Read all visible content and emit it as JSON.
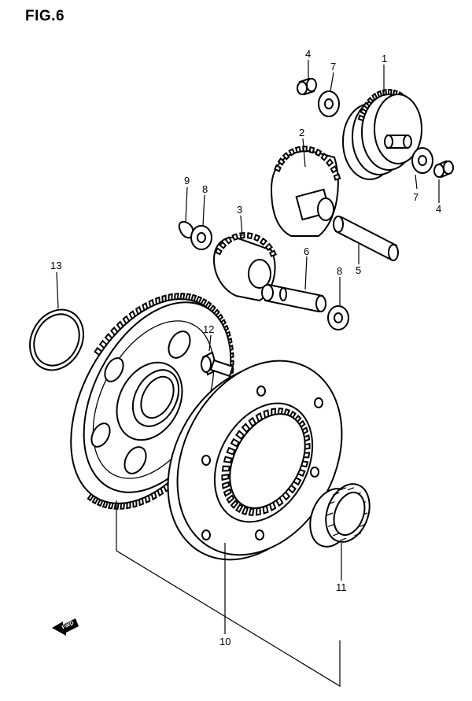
{
  "figure": {
    "title": "FIG.6"
  },
  "callouts": {
    "p1": "1",
    "p2": "2",
    "p3": "3",
    "p4a": "4",
    "p4b": "4",
    "p5": "5",
    "p6": "6",
    "p7a": "7",
    "p7b": "7",
    "p8a": "8",
    "p8b": "8",
    "p9": "9",
    "p10": "10",
    "p11": "11",
    "p12": "12",
    "p13": "13"
  },
  "fwd_label": "FWD"
}
